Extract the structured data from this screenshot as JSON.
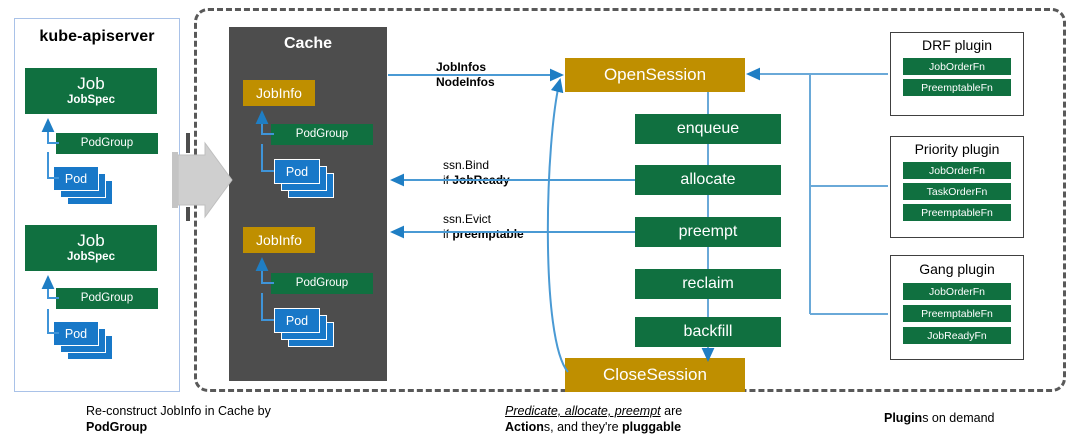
{
  "diagram": {
    "left_panel": {
      "title": "kube-apiserver",
      "groups": [
        {
          "job_label": "Job",
          "job_spec_label": "JobSpec",
          "podgroup_label": "PodGroup",
          "pod_label": "Pod"
        },
        {
          "job_label": "Job",
          "job_spec_label": "JobSpec",
          "podgroup_label": "PodGroup",
          "pod_label": "Pod"
        }
      ]
    },
    "cache": {
      "title": "Cache",
      "groups": [
        {
          "jobinfo_label": "JobInfo",
          "podgroup_label": "PodGroup",
          "pod_label": "Pod"
        },
        {
          "jobinfo_label": "JobInfo",
          "podgroup_label": "PodGroup",
          "pod_label": "Pod"
        }
      ]
    },
    "session": {
      "open_label": "OpenSession",
      "close_label": "CloseSession",
      "actions": [
        "enqueue",
        "allocate",
        "preempt",
        "reclaim",
        "backfill"
      ]
    },
    "connectors": {
      "jobinfos": "JobInfos",
      "nodeinfos": "NodeInfos",
      "ssn_bind": "ssn.Bind",
      "if_jobready_prefix": "if ",
      "if_jobready": "JobReady",
      "ssn_evict": "ssn.Evict",
      "if_preemptable_prefix": "if ",
      "if_preemptable": "preemptable"
    },
    "plugins": [
      {
        "title": "DRF plugin",
        "fns": [
          "JobOrderFn",
          "PreemptableFn"
        ]
      },
      {
        "title": "Priority plugin",
        "fns": [
          "JobOrderFn",
          "TaskOrderFn",
          "PreemptableFn"
        ]
      },
      {
        "title": "Gang plugin",
        "fns": [
          "JobOrderFn",
          "PreemptableFn",
          "JobReadyFn"
        ]
      }
    ],
    "captions": {
      "left_line1": "Re-construct JobInfo in Cache by",
      "left_line2": "PodGroup",
      "center_italic": "Predicate, allocate, preempt",
      "center_line1_tail": " are",
      "center_line2_a": "Action",
      "center_line2_b": "s, and they're ",
      "center_line2_c": "pluggable",
      "right_a": "Plugin",
      "right_b": "s on demand"
    },
    "colors": {
      "green": "#107040",
      "gold": "#bf8f00",
      "blue": "#1878c8",
      "cache_gray": "#4d4d4d",
      "dashed_border": "#595959",
      "connector_blue": "#4a9ad4",
      "panel_border": "#a9c2e8"
    }
  }
}
